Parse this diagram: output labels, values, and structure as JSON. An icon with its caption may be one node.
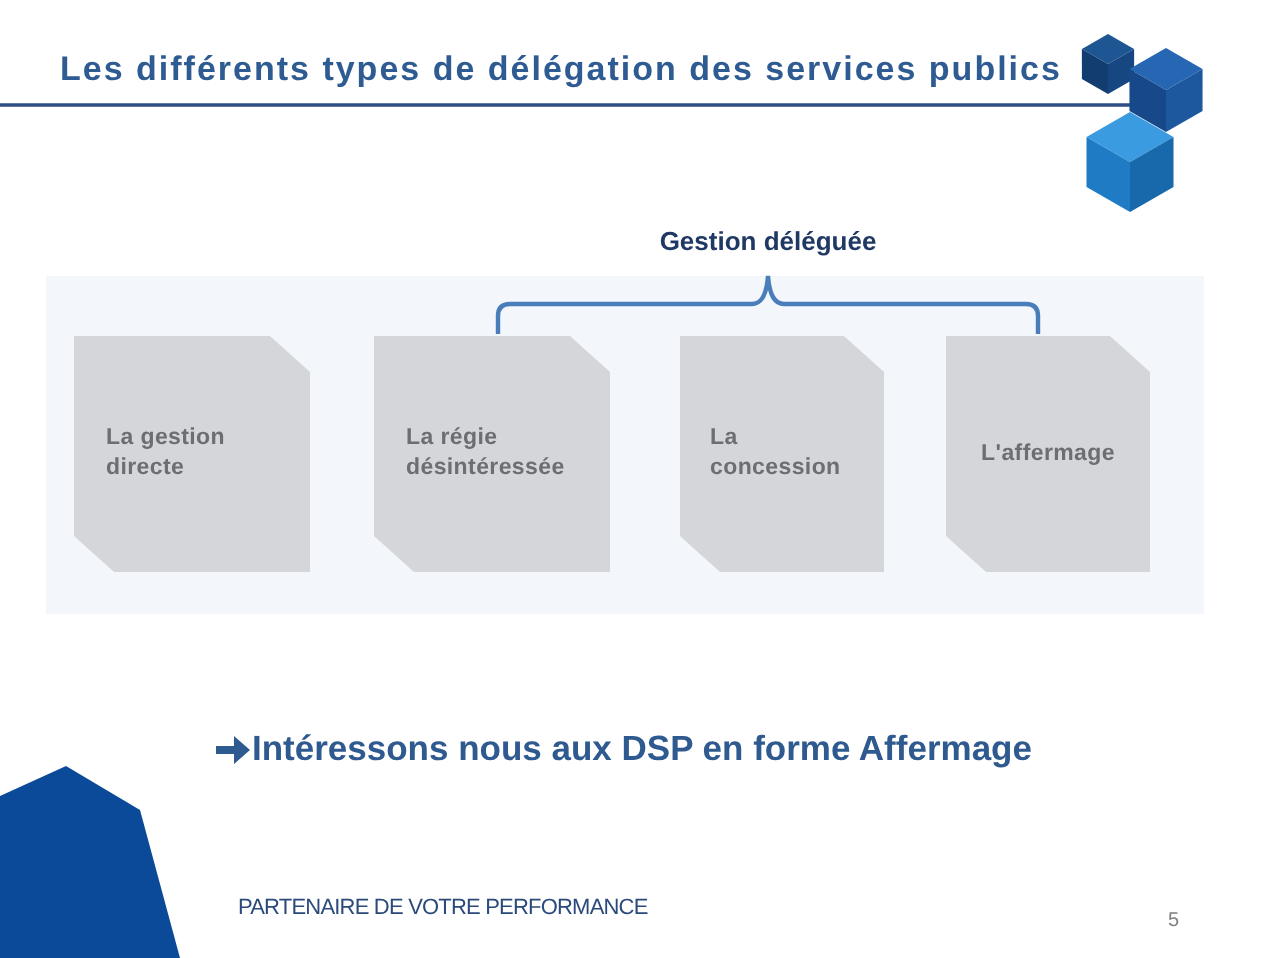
{
  "diagram": {
    "title": "Les différents types de délégation des services publics",
    "nodes": [
      {
        "text": [
          "La gestion directe"
        ]
      },
      {
        "text": [
          "La régie désintéressée"
        ]
      },
      {
        "text": [
          "La concession"
        ]
      },
      {
        "text": [
          "L'affermage"
        ]
      }
    ],
    "labels": [
      "Gestion déléguée",
      "Intéressons nous aux DSP en forme Affermage",
      "PARTENAIRE DE VOTRE PERFORMANCE",
      "5"
    ]
  }
}
